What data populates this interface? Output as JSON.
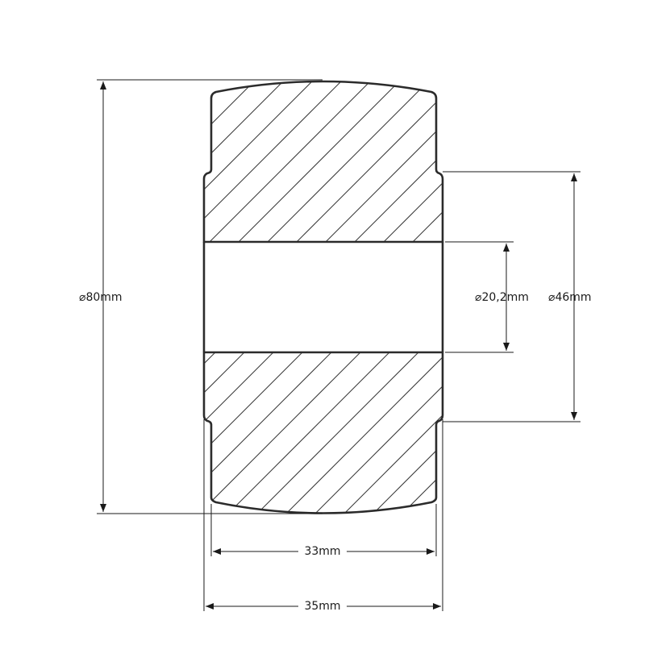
{
  "dimensions": {
    "outer_diameter": {
      "symbol": "⌀",
      "value": "80mm"
    },
    "hub_diameter": {
      "symbol": "⌀",
      "value": "46mm"
    },
    "bore_diameter": {
      "symbol": "⌀",
      "value": "20,2mm"
    },
    "tread_width": {
      "value": "33mm"
    },
    "hub_width": {
      "value": "35mm"
    }
  },
  "colors": {
    "line": "#2b2b2b",
    "background": "#ffffff"
  }
}
